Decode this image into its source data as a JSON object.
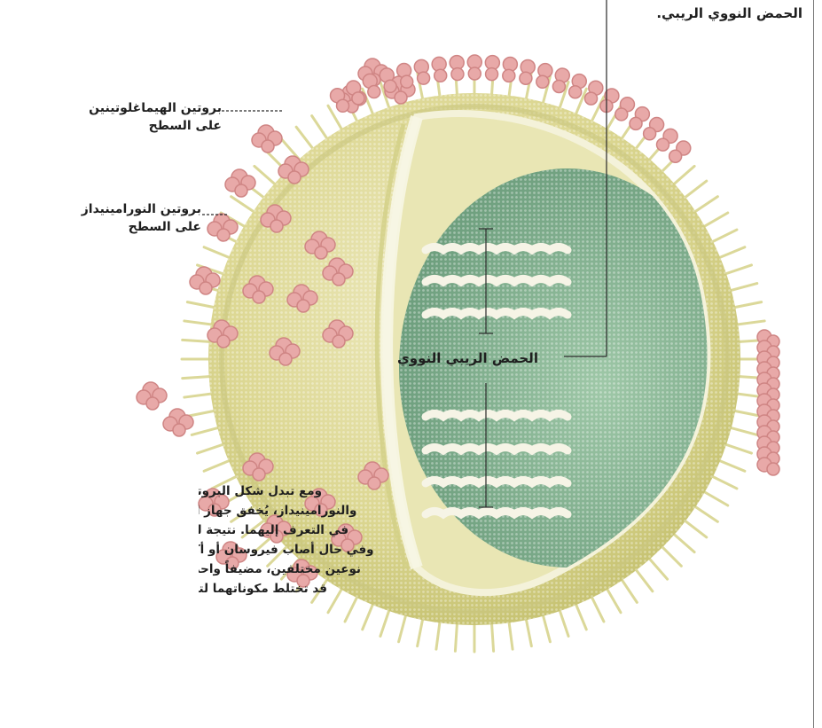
{
  "top_text": "الحمض النووي الريبي.",
  "labels": {
    "hemagglutinin": [
      "بروتين الهيماغلوتينين",
      "على السطح"
    ],
    "neuraminidase": [
      "بروتين النورامينيداز",
      "على السطح"
    ],
    "rna": "الحمض الريبي النووي"
  },
  "paragraph": "ومع تبدل شكل البروتينين الهيماغلوتينين والنورامينيداز، يُخفق جهاز المناعة لدى الإنسان في التعرف إليهما. نتيجة لذلك قد تنشأ عدوى. وفي حال أصاب فيروسان أو أكثر، حتى لو كانا من نوعين مختلفين، مضيفاً واحداً في الوقت نفسه، قد تختلط مكوناتهما لتنتج سلالة جديدة من الإنفلونزا.",
  "colors": {
    "envelope": "#d9d58a",
    "protein_knob": "#e8a9a8",
    "core": "#8fb99a",
    "spike": "#d8d48f"
  }
}
